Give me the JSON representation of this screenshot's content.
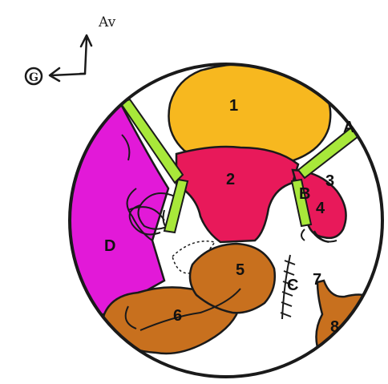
{
  "orientation": {
    "anterior_label": "Av",
    "left_symbol": "G"
  },
  "labels": {
    "n1": "1",
    "n2": "2",
    "n3": "3",
    "n4": "4",
    "n5": "5",
    "n6": "6",
    "n7": "7",
    "n8": "8",
    "a": "A",
    "b": "B",
    "c": "C",
    "d": "D"
  },
  "colors": {
    "outline": "#1a1a1a",
    "organ_1": "#f7b81f",
    "organ_2_4": "#e8195a",
    "region_d": "#e219d8",
    "organ_5_6": "#c8701e",
    "ligament": "#a8e83a"
  }
}
